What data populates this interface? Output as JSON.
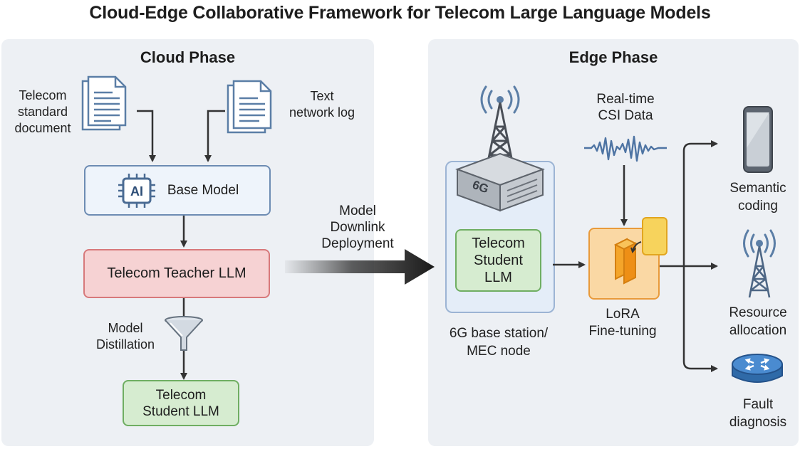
{
  "title": "Cloud-Edge Collaborative Framework for Telecom Large Language Models",
  "cloud": {
    "heading": "Cloud Phase",
    "doc_label_1": "Telecom",
    "doc_label_2": "standard",
    "doc_label_3": "document",
    "log_label_1": "Text",
    "log_label_2": "network log",
    "base_model": "Base Model",
    "ai_chip": "AI",
    "teacher": "Telecom Teacher LLM",
    "distill_1": "Model",
    "distill_2": "Distillation",
    "student_1": "Telecom",
    "student_2": "Student LLM"
  },
  "transfer": {
    "line1": "Model",
    "line2": "Downlink",
    "line3": "Deployment"
  },
  "edge": {
    "heading": "Edge Phase",
    "tower_tag": "6G",
    "student_1": "Telecom",
    "student_2": "Student",
    "student_3": "LLM",
    "station_1": "6G base station/",
    "station_2": "MEC node",
    "csi_1": "Real-time",
    "csi_2": "CSI Data",
    "lora_1": "LoRA",
    "lora_2": "Fine-tuning",
    "out1_1": "Semantic",
    "out1_2": "coding",
    "out2_1": "Resource",
    "out2_2": "allocation",
    "out3_1": "Fault",
    "out3_2": "diagnosis"
  },
  "colors": {
    "panel": "#edf0f4",
    "base_model_border": "#6d8cb3",
    "teacher_fill": "#f6d2d3",
    "student_fill": "#d6ecd0",
    "lora_fill": "#fad8a4",
    "icon_blue": "#5b7ea6"
  }
}
